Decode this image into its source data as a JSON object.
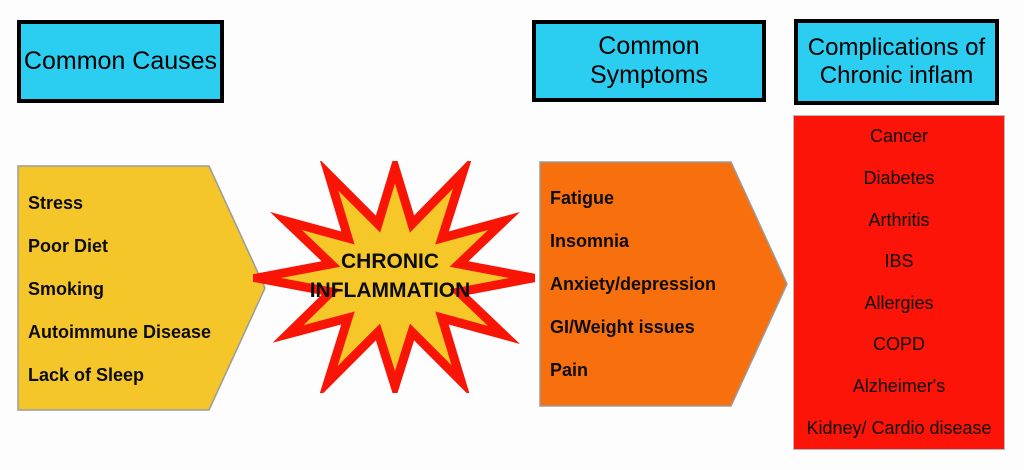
{
  "canvas": {
    "background": "#fdfdfd"
  },
  "colors": {
    "header_cyan": "#2bcdf0",
    "header_border_black": "#000000",
    "causes_yellow": "#f4c62a",
    "symptoms_orange": "#f8700e",
    "complications_red": "#fb1407",
    "burst_fill_yellow": "#f5c728",
    "burst_stroke_red": "#f91505",
    "shape_outline_gray": "#9b9b9b",
    "text_black": "#0d0d0d"
  },
  "headers": {
    "causes": {
      "label": "Common Causes"
    },
    "symptoms": {
      "label": "Common Symptoms"
    },
    "complications": {
      "line1": "Complications of",
      "line2": "Chronic inflam"
    }
  },
  "causes": {
    "items": [
      "Stress",
      "Poor Diet",
      "Smoking",
      "Autoimmune Disease",
      "Lack of Sleep"
    ]
  },
  "burst": {
    "line1": "CHRONIC",
    "line2": "INFLAMMATION"
  },
  "symptoms": {
    "items": [
      "Fatigue",
      "Insomnia",
      "Anxiety/depression",
      "GI/Weight issues",
      "Pain"
    ]
  },
  "complications": {
    "items": [
      "Cancer",
      "Diabetes",
      "Arthritis",
      "IBS",
      "Allergies",
      "COPD",
      "Alzheimer's",
      "Kidney/ Cardio disease"
    ]
  }
}
